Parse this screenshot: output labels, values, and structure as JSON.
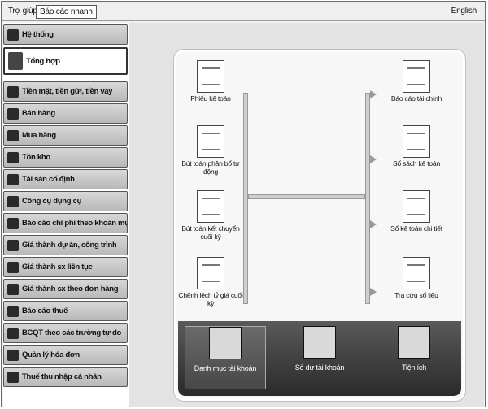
{
  "menu": {
    "help": "Trợ giúp",
    "quick_report": "Báo cáo nhanh",
    "language": "English"
  },
  "sidebar": {
    "items": [
      {
        "label": "Hệ thống",
        "icon": "system-icon"
      },
      {
        "label": "Tổng hợp",
        "icon": "summary-icon",
        "active": true
      },
      {
        "label": "Tiền mặt, tiền gửi, tiền vay",
        "icon": "cash-icon"
      },
      {
        "label": "Bán hàng",
        "icon": "sales-icon"
      },
      {
        "label": "Mua hàng",
        "icon": "purchase-icon"
      },
      {
        "label": "Tồn kho",
        "icon": "inventory-icon"
      },
      {
        "label": "Tài sản cố định",
        "icon": "fixed-asset-icon"
      },
      {
        "label": "Công cụ dụng cụ",
        "icon": "tools-icon"
      },
      {
        "label": "Báo cáo chi phí theo khoản mục",
        "icon": "cost-report-icon"
      },
      {
        "label": "Giá thành dự án, công trình",
        "icon": "project-cost-icon"
      },
      {
        "label": "Giá thành sx liên tục",
        "icon": "continuous-cost-icon"
      },
      {
        "label": "Giá thành sx theo đơn hàng",
        "icon": "order-cost-icon"
      },
      {
        "label": "Báo cáo thuế",
        "icon": "tax-report-icon"
      },
      {
        "label": "BCQT theo các trường tự do",
        "icon": "custom-report-icon"
      },
      {
        "label": "Quản lý hóa đơn",
        "icon": "invoice-icon"
      },
      {
        "label": "Thuế thu nhập cá nhân",
        "icon": "personal-tax-icon"
      }
    ]
  },
  "workflow": {
    "left": [
      {
        "label": "Phiếu kế toán",
        "icon": "accounting-voucher-icon"
      },
      {
        "label": "Bút toán phân bổ tự động",
        "icon": "auto-allocation-icon"
      },
      {
        "label": "Bút toán kết chuyển cuối kỳ",
        "icon": "period-transfer-icon"
      },
      {
        "label": "Chênh lệch tỷ giá cuối kỳ",
        "icon": "exchange-rate-icon"
      }
    ],
    "right": [
      {
        "label": "Báo cáo tài chính",
        "icon": "financial-report-icon"
      },
      {
        "label": "Sổ sách kế toán",
        "icon": "accounting-books-icon"
      },
      {
        "label": "Sổ kế toán chi tiết",
        "icon": "detail-ledger-icon"
      },
      {
        "label": "Tra cứu số liệu",
        "icon": "lookup-icon"
      }
    ],
    "bottom": [
      {
        "label": "Danh mục tài khoản",
        "icon": "account-list-icon"
      },
      {
        "label": "Số dư tài khoản",
        "icon": "account-balance-icon"
      },
      {
        "label": "Tiện ích",
        "icon": "utilities-icon"
      }
    ]
  }
}
